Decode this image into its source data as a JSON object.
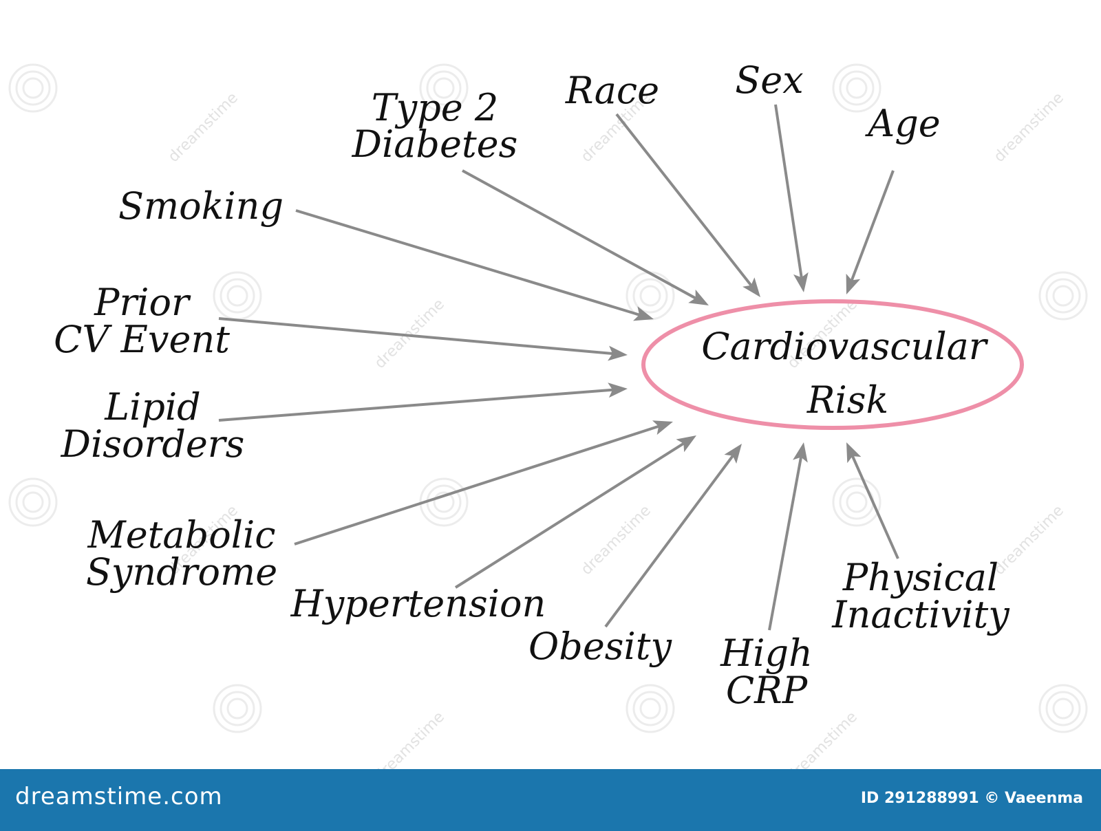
{
  "diagram": {
    "center": {
      "lines": [
        "Cardiovascular",
        "Risk"
      ]
    },
    "factors": [
      {
        "id": "type2-diabetes",
        "lines": [
          "Type 2",
          "Diabetes"
        ]
      },
      {
        "id": "race",
        "lines": [
          "Race"
        ]
      },
      {
        "id": "sex",
        "lines": [
          "Sex"
        ]
      },
      {
        "id": "age",
        "lines": [
          "Age"
        ]
      },
      {
        "id": "smoking",
        "lines": [
          "Smoking"
        ]
      },
      {
        "id": "prior-cv-event",
        "lines": [
          "Prior",
          "CV Event"
        ]
      },
      {
        "id": "lipid-disorders",
        "lines": [
          "Lipid",
          "Disorders"
        ]
      },
      {
        "id": "metabolic-syndrome",
        "lines": [
          "Metabolic",
          "Syndrome"
        ]
      },
      {
        "id": "hypertension",
        "lines": [
          "Hypertension"
        ]
      },
      {
        "id": "obesity",
        "lines": [
          "Obesity"
        ]
      },
      {
        "id": "high-crp",
        "lines": [
          "High",
          "CRP"
        ]
      },
      {
        "id": "physical-inactivity",
        "lines": [
          "Physical",
          "Inactivity"
        ]
      }
    ],
    "colors": {
      "arrow": "#8a8a8a",
      "ellipse": "#ee8fa8",
      "text": "#111111"
    }
  },
  "watermark": {
    "text": "dreamstime"
  },
  "footer": {
    "brand": "dreamstime.com",
    "id_text": "ID 291288991 © Vaeenma",
    "background": "#1b76ad"
  }
}
